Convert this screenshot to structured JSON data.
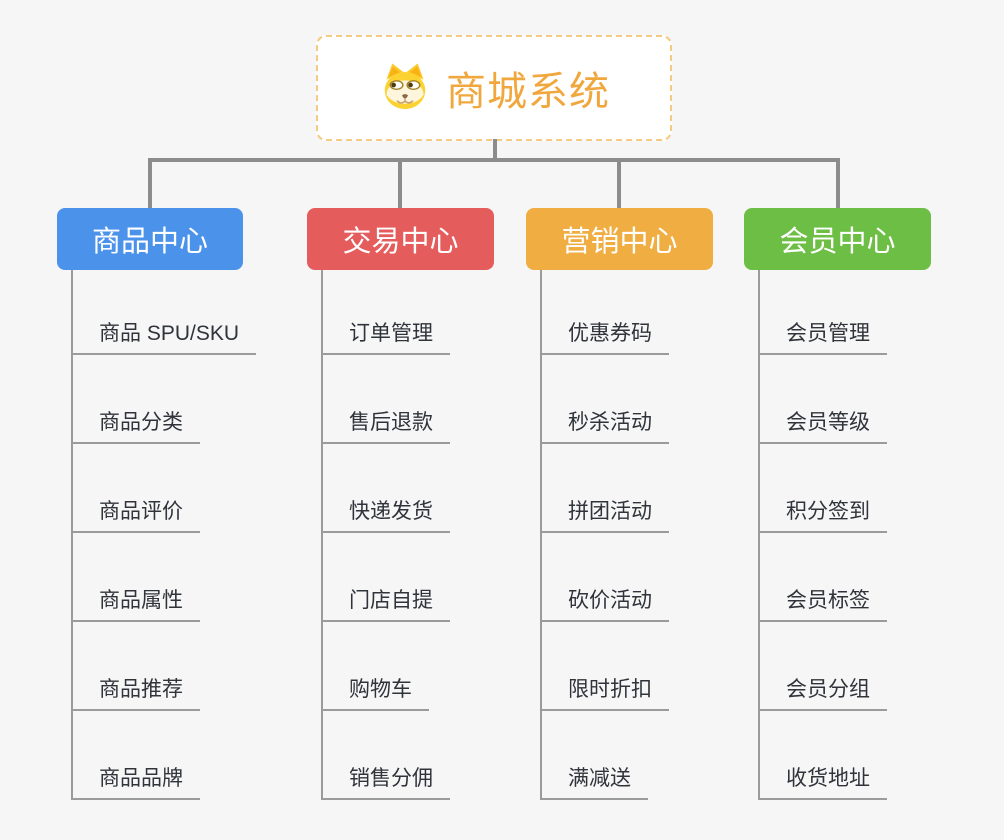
{
  "root": {
    "title": "商城系统",
    "icon": "dog-face-icon"
  },
  "branches": [
    {
      "label": "商品中心",
      "color": "#4b92ea",
      "children": [
        "商品 SPU/SKU",
        "商品分类",
        "商品评价",
        "商品属性",
        "商品推荐",
        "商品品牌"
      ]
    },
    {
      "label": "交易中心",
      "color": "#e55c5c",
      "children": [
        "订单管理",
        "售后退款",
        "快递发货",
        "门店自提",
        "购物车",
        "销售分佣"
      ]
    },
    {
      "label": "营销中心",
      "color": "#efad42",
      "children": [
        "优惠券码",
        "秒杀活动",
        "拼团活动",
        "砍价活动",
        "限时折扣",
        "满减送"
      ]
    },
    {
      "label": "会员中心",
      "color": "#6dbe45",
      "children": [
        "会员管理",
        "会员等级",
        "积分签到",
        "会员标签",
        "会员分组",
        "收货地址"
      ]
    }
  ],
  "layout_colors": {
    "background": "#f6f6f6",
    "connector": "#8c8c8c",
    "underline": "#9b9b9b",
    "root_border": "#f4ca85",
    "root_text": "#f0a73e",
    "child_text": "#30343a"
  }
}
